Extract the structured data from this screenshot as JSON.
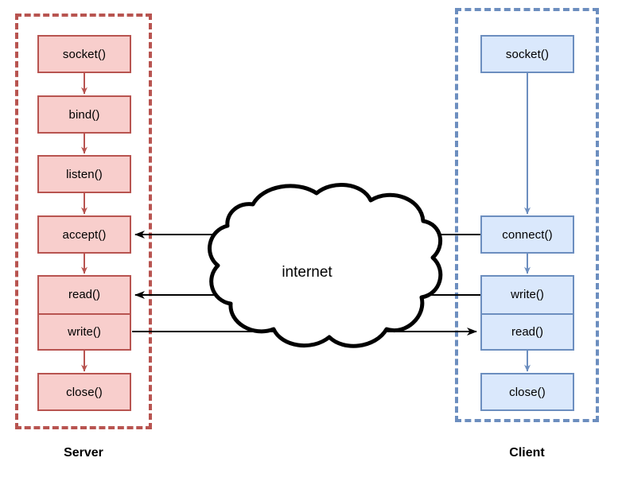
{
  "diagram": {
    "title": "Socket API flow between server and client over the internet",
    "background": "#ffffff",
    "colors": {
      "server_fill": "#f8cecc",
      "server_stroke": "#b85450",
      "client_fill": "#dae8fc",
      "client_stroke": "#6c8ebf",
      "link_stroke": "#000000",
      "cloud_stroke": "#000000",
      "text": "#000000"
    }
  },
  "server": {
    "label": "Server",
    "nodes": [
      {
        "id": "s-socket",
        "label": "socket()"
      },
      {
        "id": "s-bind",
        "label": "bind()"
      },
      {
        "id": "s-listen",
        "label": "listen()"
      },
      {
        "id": "s-accept",
        "label": "accept()"
      },
      {
        "id": "s-read",
        "label": "read()"
      },
      {
        "id": "s-write",
        "label": "write()"
      },
      {
        "id": "s-close",
        "label": "close()"
      }
    ]
  },
  "client": {
    "label": "Client",
    "nodes": [
      {
        "id": "c-socket",
        "label": "socket()"
      },
      {
        "id": "c-connect",
        "label": "connect()"
      },
      {
        "id": "c-write",
        "label": "write()"
      },
      {
        "id": "c-read",
        "label": "read()"
      },
      {
        "id": "c-close",
        "label": "close()"
      }
    ]
  },
  "network": {
    "label": "internet"
  }
}
